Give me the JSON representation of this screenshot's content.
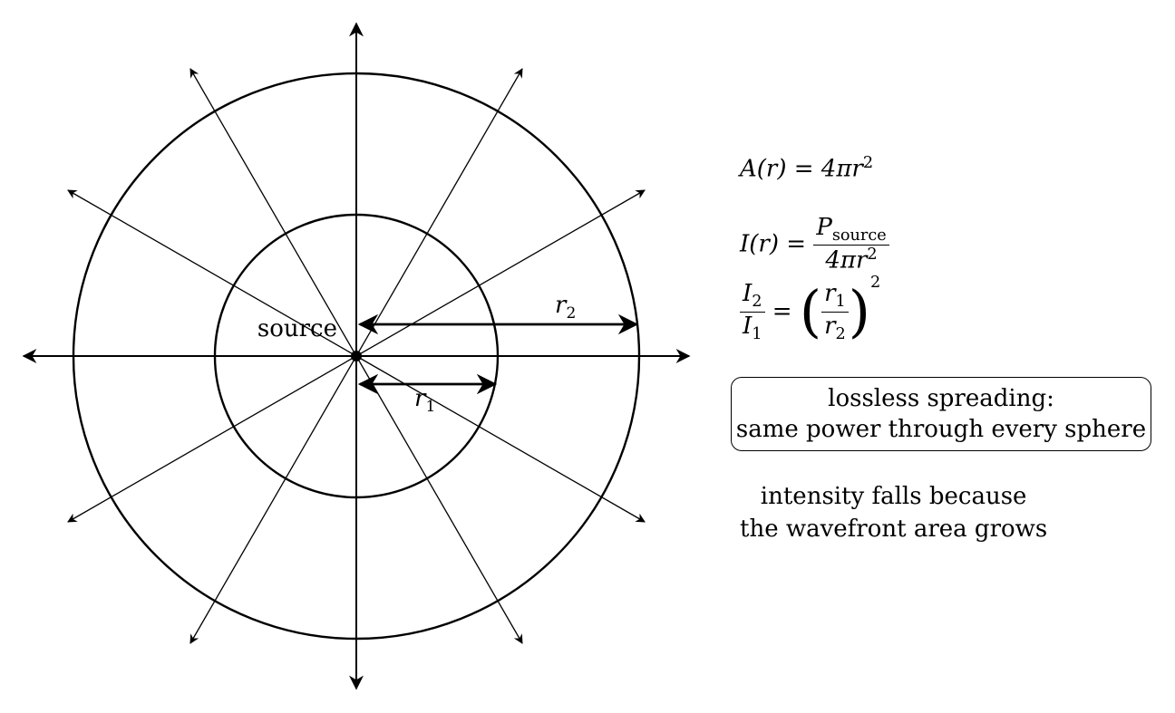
{
  "labels": {
    "source": "source",
    "r1": "r",
    "r1_sub": "1",
    "r2": "r",
    "r2_sub": "2"
  },
  "equations": {
    "area_lhs": "A(r) = 4πr",
    "area_exp": "2",
    "intensity_lhs": "I(r) = ",
    "intensity_num": "P",
    "intensity_num_sub": "source",
    "intensity_den": "4πr",
    "intensity_den_exp": "2",
    "ratio_num": "I",
    "ratio_num_sub": "2",
    "ratio_den": "I",
    "ratio_den_sub": "1",
    "ratio_eq": " = ",
    "ratio_r_num": "r",
    "ratio_r_num_sub": "1",
    "ratio_r_den": "r",
    "ratio_r_den_sub": "2",
    "ratio_exp": "2"
  },
  "notes": {
    "box_line1": "lossless spreading:",
    "box_line2": "same power through every sphere",
    "caption_line1": "intensity falls because",
    "caption_line2": "the wavefront area grows"
  }
}
